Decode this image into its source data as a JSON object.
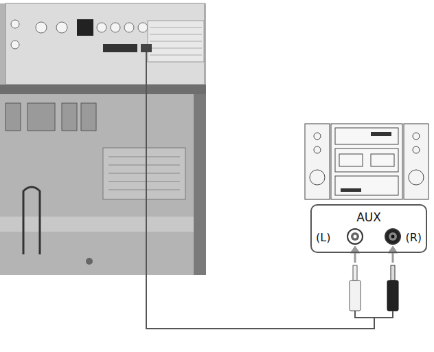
{
  "diagram": {
    "nodes": [
      {
        "text": [
          "AUX",
          "(L)",
          "(R)"
        ]
      }
    ]
  }
}
